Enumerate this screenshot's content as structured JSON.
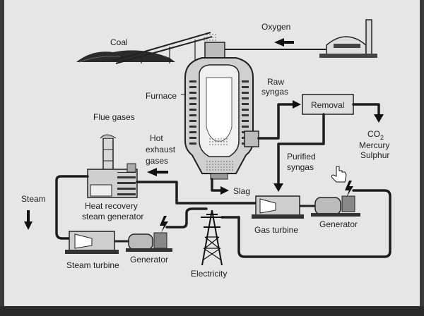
{
  "labels": {
    "oxygen": "Oxygen",
    "coal": "Coal",
    "furnace": "Furnace",
    "raw_syngas_1": "Raw",
    "raw_syngas_2": "syngas",
    "removal": "Removal",
    "co2_main": "CO",
    "co2_sub": "2",
    "mercury": "Mercury",
    "sulphur": "Sulphur",
    "flue_gases": "Flue gases",
    "hot_1": "Hot",
    "hot_2": "exhaust",
    "hot_3": "gases",
    "purified_1": "Purified",
    "purified_2": "syngas",
    "steam": "Steam",
    "slag": "Slag",
    "hrsg_1": "Heat recovery",
    "hrsg_2": "steam generator",
    "gas_turbine": "Gas turbine",
    "generator_right": "Generator",
    "steam_turbine": "Steam turbine",
    "generator_left": "Generator",
    "electricity": "Electricity"
  },
  "icons": [
    "coal-pile",
    "conveyor",
    "oxygen-plant",
    "gasifier",
    "removal-unit",
    "stack",
    "hrsg",
    "gas-turbine",
    "steam-turbine",
    "generator",
    "pylon",
    "cursor-hand"
  ],
  "colors": {
    "paper": "#e6e6e6",
    "ink": "#1e1e1e",
    "screen_border": "#3a3a3a"
  }
}
